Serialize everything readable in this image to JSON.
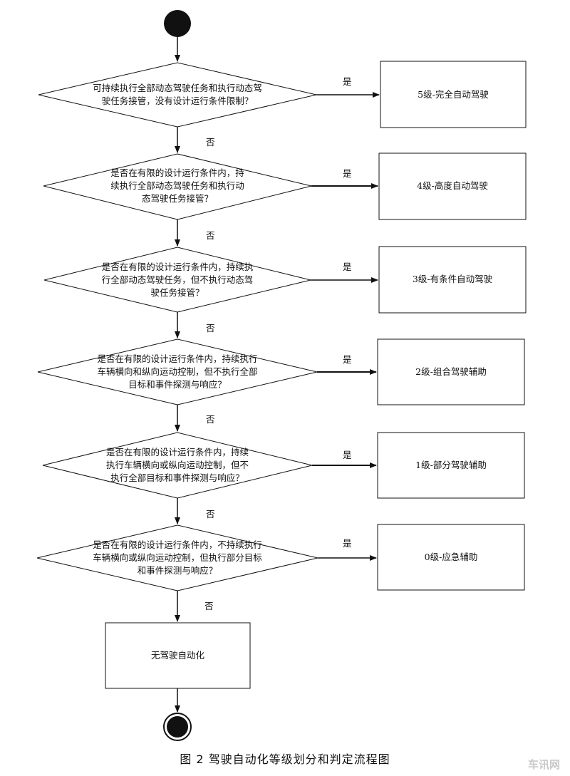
{
  "decisions": [
    {
      "text": "可持续执行全部动态驾驶任务和执行动态驾\n驶任务接管，没有设计运行条件限制？",
      "yes": "是",
      "no": "否"
    },
    {
      "text": "是否在有限的设计运行条件内，持\n续执行全部动态驾驶任务和执行动\n态驾驶任务接管？",
      "yes": "是",
      "no": "否"
    },
    {
      "text": "是否在有限的设计运行条件内，持续执\n行全部动态驾驶任务，但不执行动态驾\n驶任务接管？",
      "yes": "是",
      "no": "否"
    },
    {
      "text": "是否在有限的设计运行条件内，持续执行\n车辆横向和纵向运动控制，但不执行全部\n目标和事件探测与响应？",
      "yes": "是",
      "no": "否"
    },
    {
      "text": "是否在有限的设计运行条件内，持续\n执行车辆横向或纵向运动控制，但不\n执行全部目标和事件探测与响应？",
      "yes": "是",
      "no": "否"
    },
    {
      "text": "是否在有限的设计运行条件内，不持续执行\n车辆横向或纵向运动控制，但执行部分目标\n和事件探测与响应？",
      "yes": "是",
      "no": "否"
    }
  ],
  "levels": [
    "5级-完全自动驾驶",
    "4级-高度自动驾驶",
    "3级-有条件自动驾驶",
    "2级-组合驾驶辅助",
    "1级-部分驾驶辅助",
    "0级-应急辅助"
  ],
  "final_box": "无驾驶自动化",
  "caption": "图 2  驾驶自动化等级划分和判定流程图",
  "watermark": "车讯网"
}
